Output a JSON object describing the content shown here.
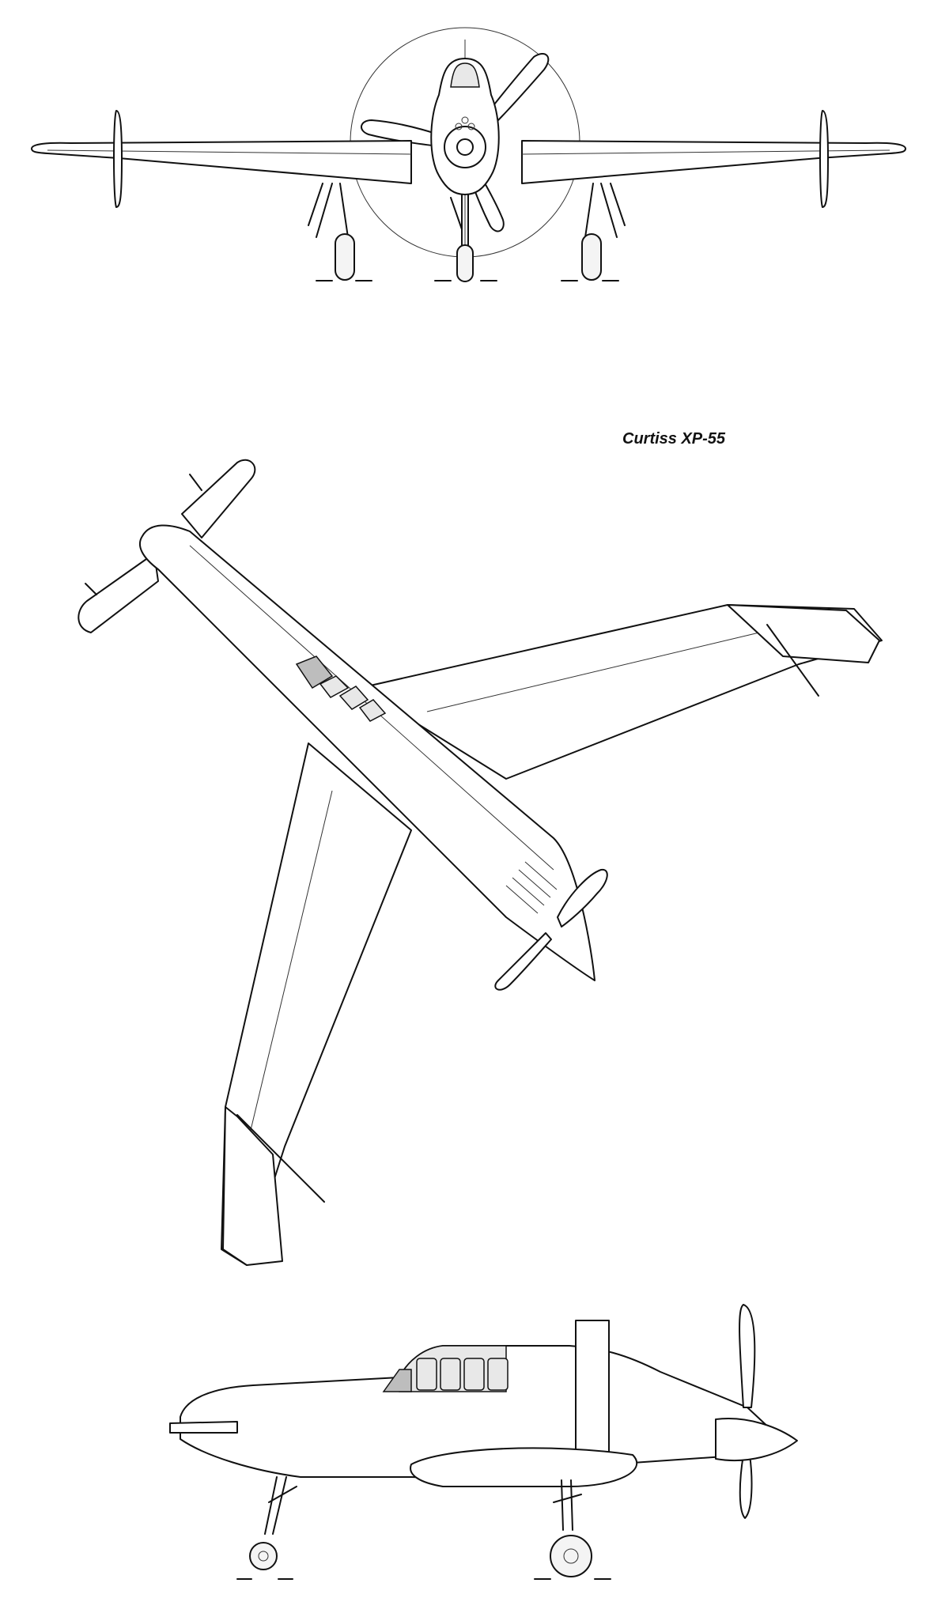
{
  "drawing": {
    "title": "Curtiss XP-55",
    "views": [
      "front",
      "top",
      "side"
    ]
  },
  "colors": {
    "line": "#111111",
    "background": "#ffffff",
    "glazing_shade": "#bdbdbd"
  }
}
